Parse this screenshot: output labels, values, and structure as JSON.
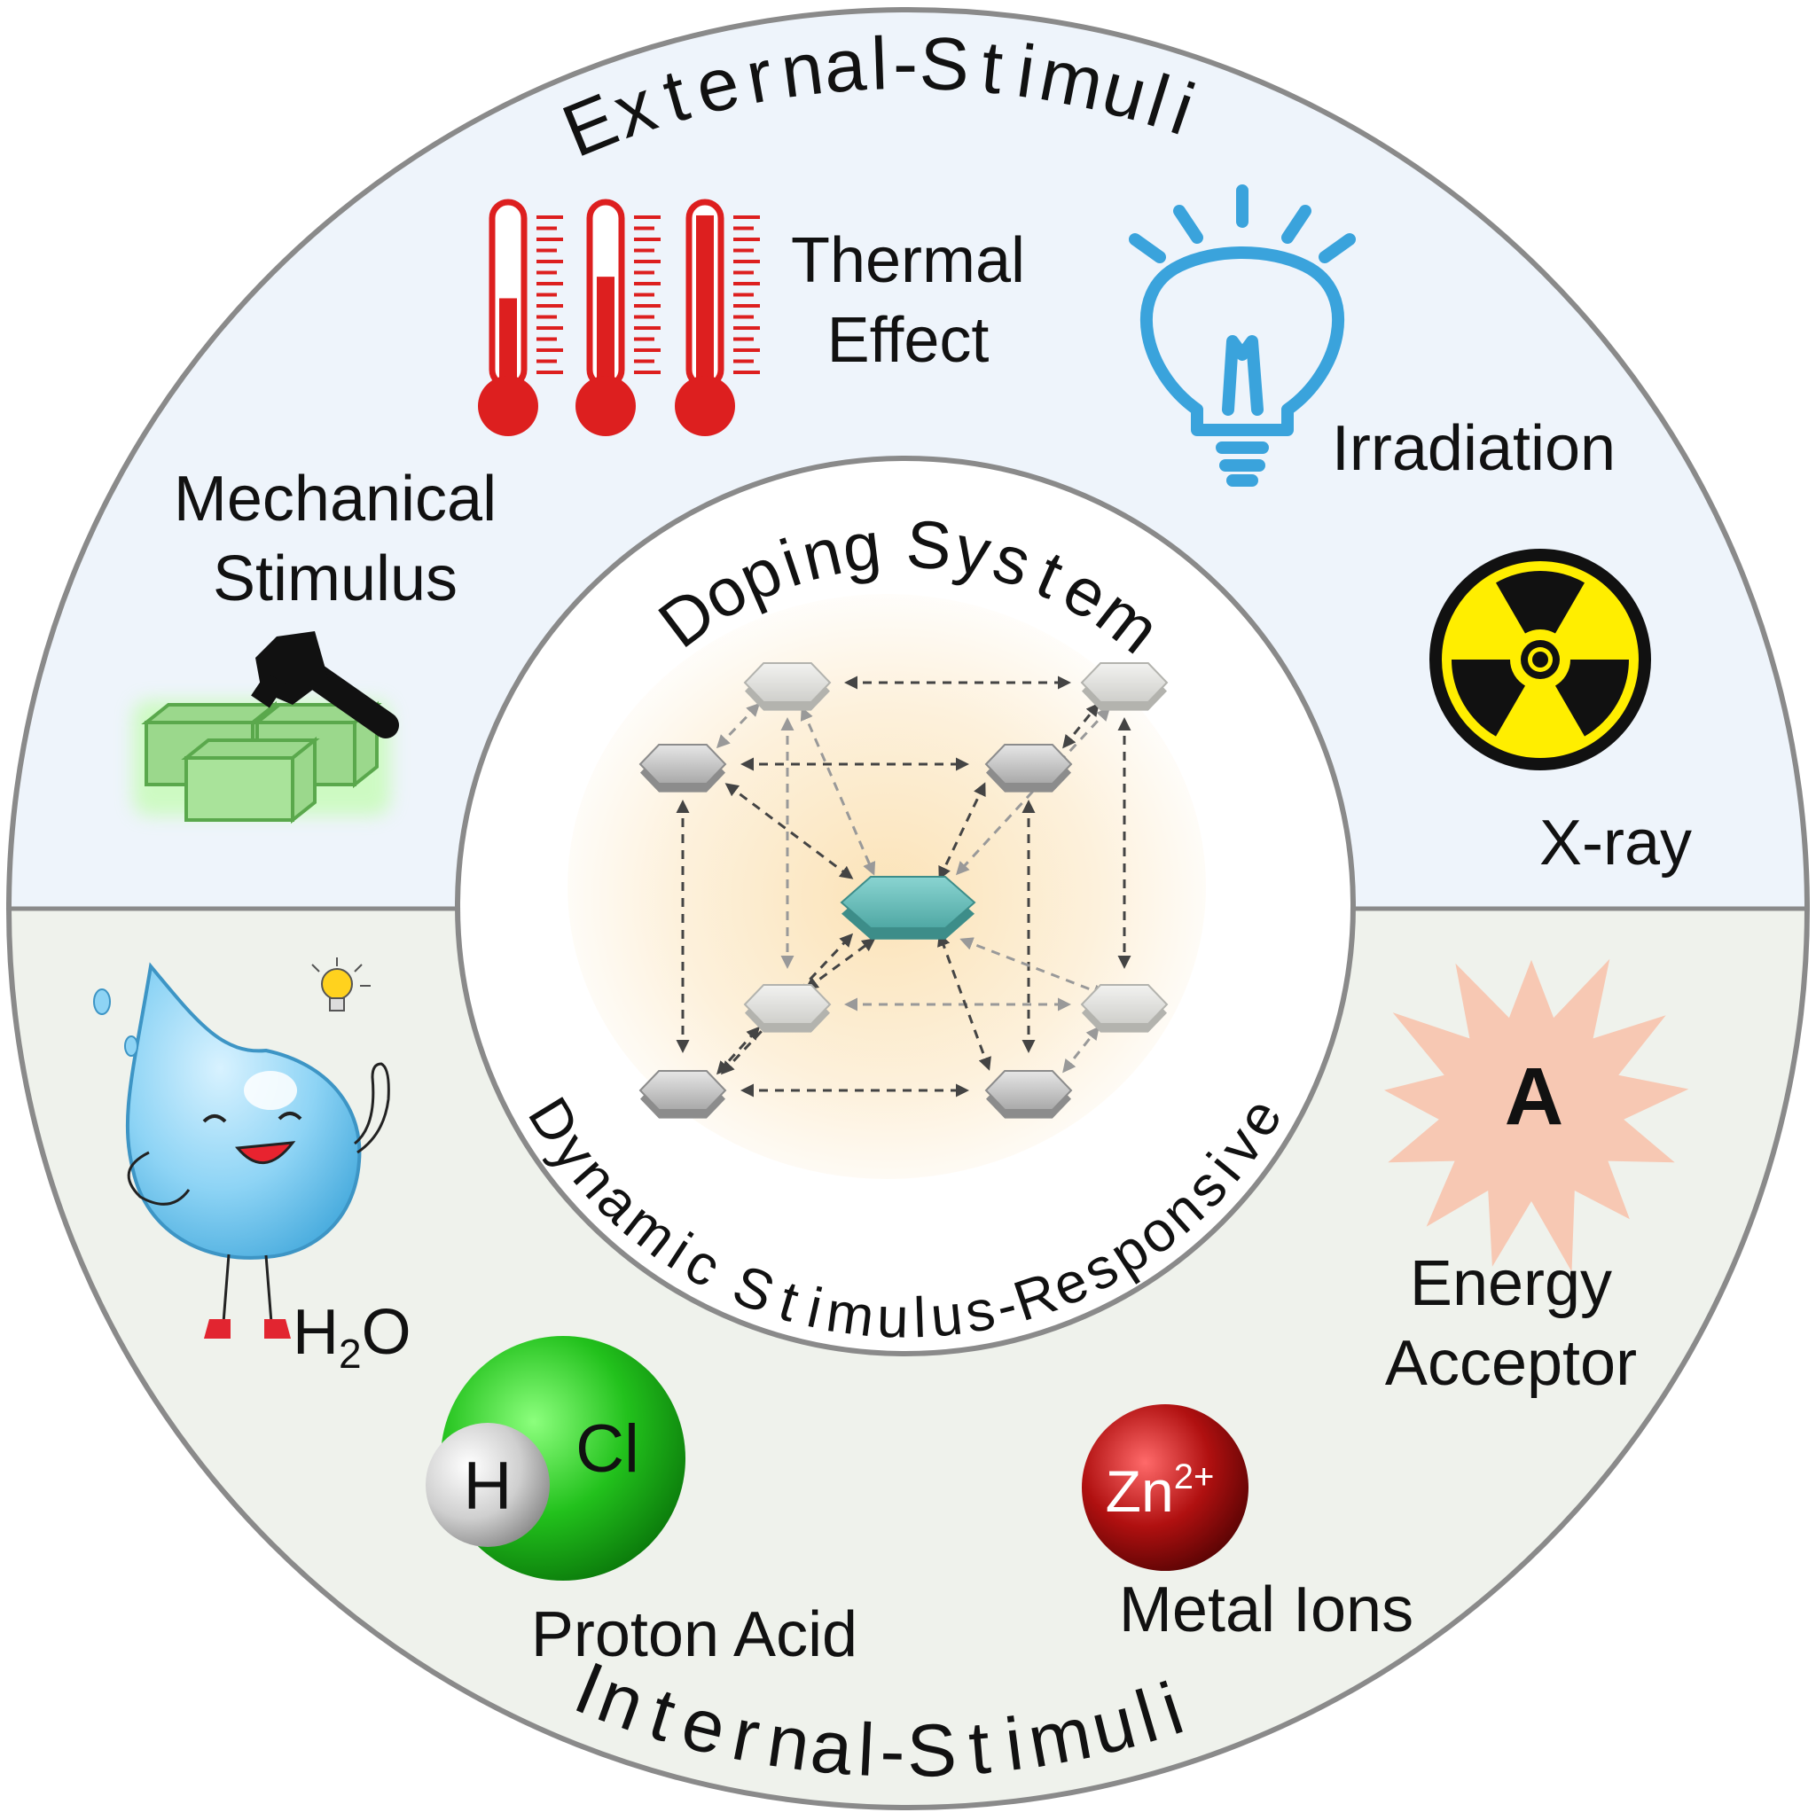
{
  "outer": {
    "top_title": "External-Stimuli",
    "bottom_title": "Internal-Stimuli"
  },
  "center": {
    "top_title": "Doping System",
    "bottom_title": "Dynamic Stimulus-Responsive"
  },
  "external": {
    "thermal": {
      "line1": "Thermal",
      "line2": "Effect"
    },
    "irradiation": "Irradiation",
    "mechanical": {
      "line1": "Mechanical",
      "line2": "Stimulus"
    },
    "xray": "X-ray"
  },
  "internal": {
    "water": {
      "base": "H",
      "sub": "2",
      "tail": "O"
    },
    "proton_acid": "Proton Acid",
    "proton_h": "H",
    "proton_cl": "Cl",
    "metal_ions": "Metal Ions",
    "zinc": {
      "base": "Zn",
      "sup": "2+"
    },
    "acceptor": {
      "line1": "Energy",
      "line2": "Acceptor",
      "badge": "A"
    }
  },
  "colors": {
    "upper_half": "#eef4fb",
    "lower_half": "#eff2ec",
    "ring_stroke": "#8a8a8a",
    "thermo_red": "#dd1f1f",
    "bulb_blue": "#3aa3dc",
    "radiation_yellow": "#ffee00",
    "hex_gray": "#b9b9b9",
    "hex_center": "#73c2bf",
    "hcl_green": "#22c11c",
    "zinc_red": "#b01010",
    "star_peach": "#f7c8b3",
    "block_green": "#9bd88c"
  }
}
